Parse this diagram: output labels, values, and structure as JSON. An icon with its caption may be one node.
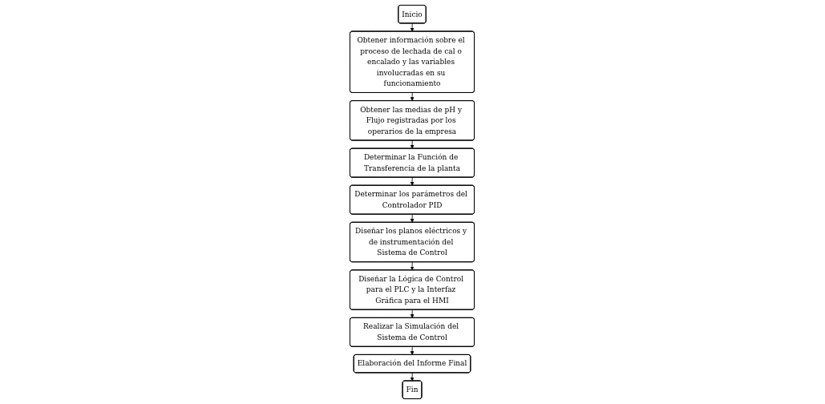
{
  "diagram": {
    "nodes": [
      {
        "text": [
          "Inicio"
        ]
      },
      {
        "text": [
          "Obtener información sobre el proceso de lechada de cal o encalado y las variables involucradas en su funcionamiento"
        ]
      },
      {
        "text": [
          "Obtener las medias de pH y Flujo registradas por los operarios de la empresa"
        ]
      },
      {
        "text": [
          "Determinar la Función de Transferencia de la planta"
        ]
      },
      {
        "text": [
          "Determinar los parámetros del Controlador PID"
        ]
      },
      {
        "text": [
          "Diseñar los planos eléctricos y de instrumentación del Sistema de Control"
        ]
      },
      {
        "text": [
          "Diseñar la Lógica de Control para el PLC y la Interfaz Gráfica para el HMI"
        ]
      },
      {
        "text": [
          "Realizar la Simulación del Sistema de Control"
        ]
      },
      {
        "text": [
          "Elaboración del Informe Final"
        ]
      },
      {
        "text": [
          "Fin"
        ]
      }
    ],
    "edges": [
      {
        "from": 0,
        "to": 1,
        "arrow": "to"
      },
      {
        "from": 1,
        "to": 2,
        "arrow": "to"
      },
      {
        "from": 2,
        "to": 3,
        "arrow": "to"
      },
      {
        "from": 3,
        "to": 4,
        "arrow": "to"
      },
      {
        "from": 4,
        "to": 5,
        "arrow": "to"
      },
      {
        "from": 5,
        "to": 6,
        "arrow": "to"
      },
      {
        "from": 6,
        "to": 7,
        "arrow": "to"
      },
      {
        "from": 7,
        "to": 8,
        "arrow": "to"
      },
      {
        "from": 8,
        "to": 9,
        "arrow": "to"
      }
    ]
  }
}
